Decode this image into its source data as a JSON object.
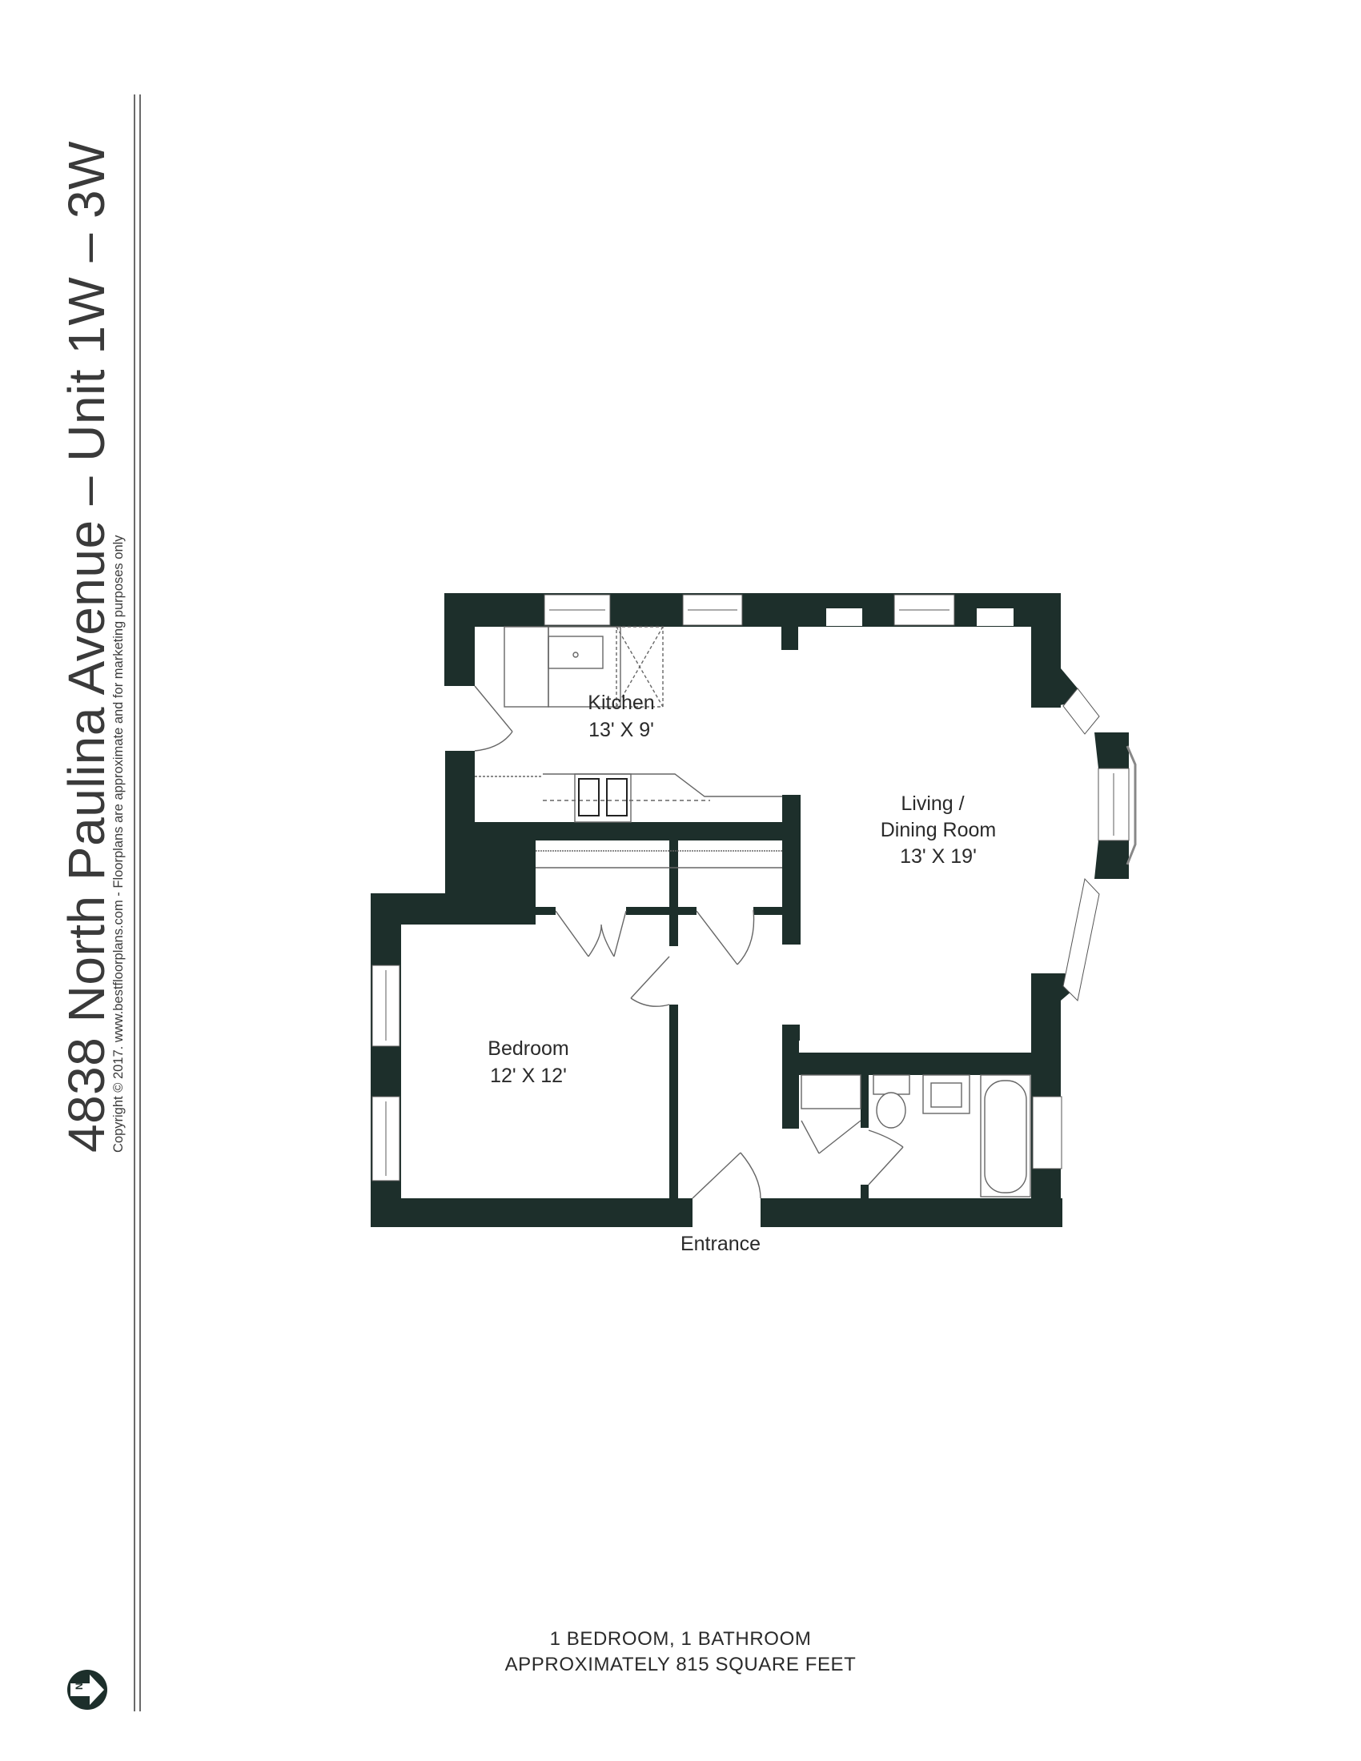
{
  "header": {
    "title": "4838 North Paulina Avenue – Unit 1W – 3W",
    "copyright": "Copyright © 2017. www.bestfloorplans.com - Floorplans are approximate and for marketing purposes only"
  },
  "rooms": [
    {
      "name": "Kitchen",
      "dimensions": "13' X 9'"
    },
    {
      "name_line1": "Living /",
      "name_line2": "Dining Room",
      "dimensions": "13' X 19'"
    },
    {
      "name": "Bedroom",
      "dimensions": "12' X 12'"
    }
  ],
  "entrance_label": "Entrance",
  "summary": {
    "line1": "1 Bedroom, 1 Bathroom",
    "line2": "Approximately 815 Square Feet"
  },
  "compass": {
    "label": "N",
    "icon": "north-arrow-icon"
  },
  "colors": {
    "wall": "#1d2f2b",
    "text": "#2a2a2a",
    "background": "#ffffff"
  }
}
